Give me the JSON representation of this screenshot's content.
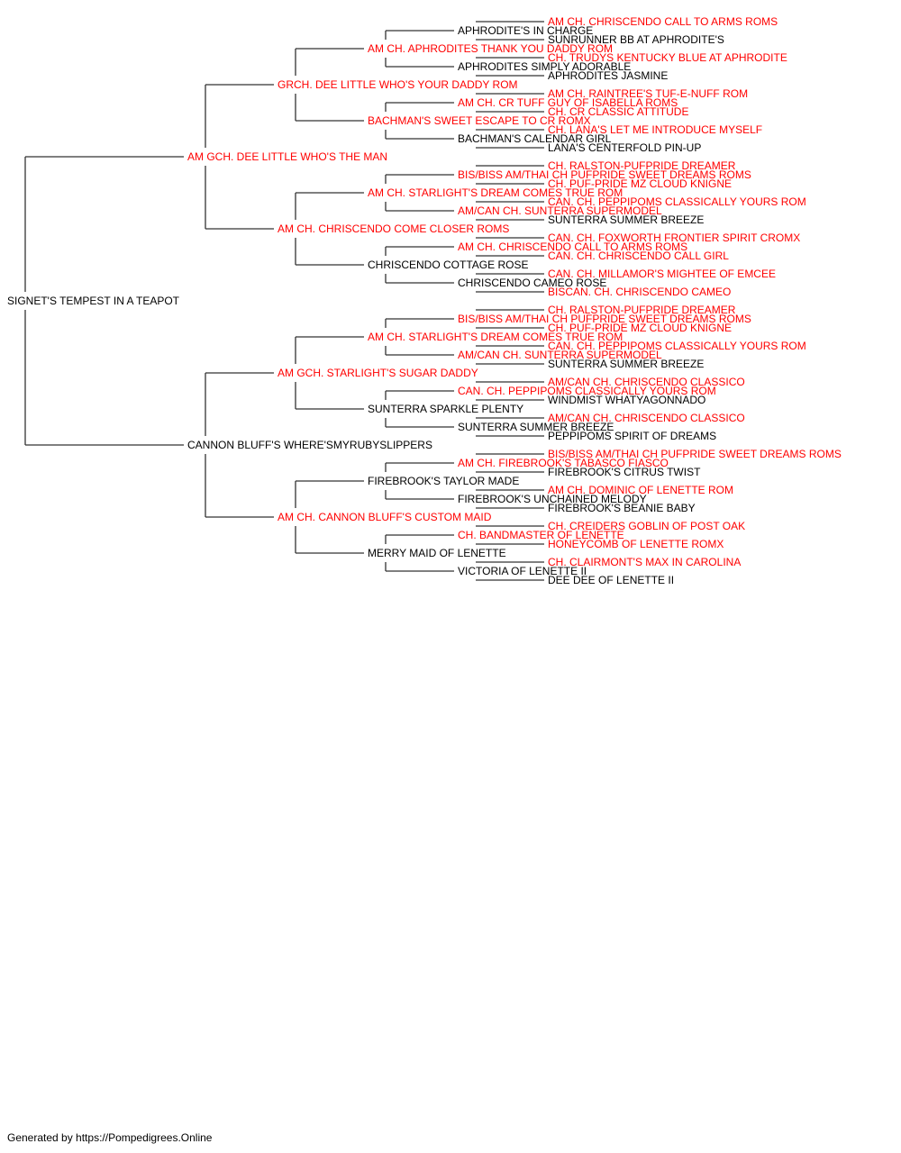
{
  "colors": {
    "titled": "#ff0000",
    "untitled": "#000000",
    "connector": "#333333"
  },
  "pedigree": {
    "subject": {
      "name": "SIGNET'S TEMPEST IN A TEAPOT",
      "titled": false
    },
    "generations": [
      [
        {
          "name": "AM GCH. DEE LITTLE WHO'S THE MAN",
          "titled": true
        },
        {
          "name": "CANNON BLUFF'S WHERE'SMYRUBYSLIPPERS",
          "titled": false
        }
      ],
      [
        {
          "name": "GRCH. DEE LITTLE WHO'S YOUR DADDY ROM",
          "titled": true
        },
        {
          "name": "AM CH. CHRISCENDO COME CLOSER ROMS",
          "titled": true
        },
        {
          "name": "AM GCH. STARLIGHT'S SUGAR DADDY",
          "titled": true
        },
        {
          "name": "AM CH. CANNON BLUFF'S CUSTOM MAID",
          "titled": true
        }
      ],
      [
        {
          "name": "AM CH. APHRODITES THANK YOU DADDY ROM",
          "titled": true
        },
        {
          "name": "BACHMAN'S SWEET ESCAPE TO CR ROMX",
          "titled": true
        },
        {
          "name": "AM CH. STARLIGHT'S DREAM COMES TRUE ROM",
          "titled": true
        },
        {
          "name": "CHRISCENDO COTTAGE ROSE",
          "titled": false
        },
        {
          "name": "AM CH. STARLIGHT'S DREAM COMES TRUE ROM",
          "titled": true
        },
        {
          "name": "SUNTERRA SPARKLE PLENTY",
          "titled": false
        },
        {
          "name": "FIREBROOK'S TAYLOR MADE",
          "titled": false
        },
        {
          "name": "MERRY MAID OF LENETTE",
          "titled": false
        }
      ],
      [
        {
          "name": "APHRODITE'S IN CHARGE",
          "titled": false
        },
        {
          "name": "APHRODITES SIMPLY ADORABLE",
          "titled": false
        },
        {
          "name": "AM CH. CR TUFF GUY OF ISABELLA ROMS",
          "titled": true
        },
        {
          "name": "BACHMAN'S CALENDAR GIRL",
          "titled": false
        },
        {
          "name": "BIS/BISS AM/THAI CH PUFPRIDE SWEET DREAMS ROMS",
          "titled": true
        },
        {
          "name": "AM/CAN CH. SUNTERRA SUPERMODEL",
          "titled": true
        },
        {
          "name": "AM CH. CHRISCENDO CALL TO ARMS ROMS",
          "titled": true
        },
        {
          "name": "CHRISCENDO CAMEO ROSE",
          "titled": false
        },
        {
          "name": "BIS/BISS AM/THAI CH PUFPRIDE SWEET DREAMS ROMS",
          "titled": true
        },
        {
          "name": "AM/CAN CH. SUNTERRA SUPERMODEL",
          "titled": true
        },
        {
          "name": "CAN. CH. PEPPIPOMS CLASSICALLY YOURS ROM",
          "titled": true
        },
        {
          "name": "SUNTERRA SUMMER BREEZE",
          "titled": false
        },
        {
          "name": "AM CH. FIREBROOK'S TABASCO FIASCO",
          "titled": true
        },
        {
          "name": "FIREBROOK'S UNCHAINED MELODY",
          "titled": false
        },
        {
          "name": "CH. BANDMASTER OF LENETTE",
          "titled": true
        },
        {
          "name": "VICTORIA OF LENETTE II",
          "titled": false
        }
      ],
      [
        {
          "name": "AM CH. CHRISCENDO CALL TO ARMS ROMS",
          "titled": true
        },
        {
          "name": "SUNRUNNER BB AT APHRODITE'S",
          "titled": false
        },
        {
          "name": "CH. TRUDYS KENTUCKY BLUE AT APHRODITE",
          "titled": true
        },
        {
          "name": "APHRODITES JASMINE",
          "titled": false
        },
        {
          "name": "AM CH. RAINTREE'S TUF-E-NUFF ROM",
          "titled": true
        },
        {
          "name": "CH. CR CLASSIC ATTITUDE",
          "titled": true
        },
        {
          "name": "CH. LANA'S LET ME INTRODUCE MYSELF",
          "titled": true
        },
        {
          "name": "LANA'S CENTERFOLD PIN-UP",
          "titled": false
        },
        {
          "name": "CH. RALSTON-PUFPRIDE DREAMER",
          "titled": true
        },
        {
          "name": "CH. PUF-PRIDE MZ CLOUD KNIGNE",
          "titled": true
        },
        {
          "name": "CAN. CH. PEPPIPOMS CLASSICALLY YOURS ROM",
          "titled": true
        },
        {
          "name": "SUNTERRA SUMMER BREEZE",
          "titled": false
        },
        {
          "name": "CAN. CH. FOXWORTH FRONTIER SPIRIT CROMX",
          "titled": true
        },
        {
          "name": "CAN. CH. CHRISCENDO CALL GIRL",
          "titled": true
        },
        {
          "name": "CAN. CH. MILLAMOR'S MIGHTEE OF EMCEE",
          "titled": true
        },
        {
          "name": "BISCAN. CH. CHRISCENDO CAMEO",
          "titled": true
        },
        {
          "name": "CH. RALSTON-PUFPRIDE DREAMER",
          "titled": true
        },
        {
          "name": "CH. PUF-PRIDE MZ CLOUD KNIGNE",
          "titled": true
        },
        {
          "name": "CAN. CH. PEPPIPOMS CLASSICALLY YOURS ROM",
          "titled": true
        },
        {
          "name": "SUNTERRA SUMMER BREEZE",
          "titled": false
        },
        {
          "name": "AM/CAN CH. CHRISCENDO CLASSICO",
          "titled": true
        },
        {
          "name": "WINDMIST WHATYAGONNADO",
          "titled": false
        },
        {
          "name": "AM/CAN CH. CHRISCENDO CLASSICO",
          "titled": true
        },
        {
          "name": "PEPPIPOMS SPIRIT OF DREAMS",
          "titled": false
        },
        {
          "name": "BIS/BISS AM/THAI CH PUFPRIDE SWEET DREAMS ROMS",
          "titled": true
        },
        {
          "name": "FIREBROOK'S CITRUS TWIST",
          "titled": false
        },
        {
          "name": "AM CH. DOMINIC OF LENETTE ROM",
          "titled": true
        },
        {
          "name": "FIREBROOK'S BEANIE BABY",
          "titled": false
        },
        {
          "name": "CH. CREIDERS GOBLIN OF POST OAK",
          "titled": true
        },
        {
          "name": "HONEYCOMB OF LENETTE ROMX",
          "titled": true
        },
        {
          "name": "CH. CLAIRMONT'S MAX IN CAROLINA",
          "titled": true
        },
        {
          "name": "DEE DEE OF LENETTE II",
          "titled": false
        }
      ]
    ]
  },
  "footer": "Generated by https://Pompedigrees.Online"
}
